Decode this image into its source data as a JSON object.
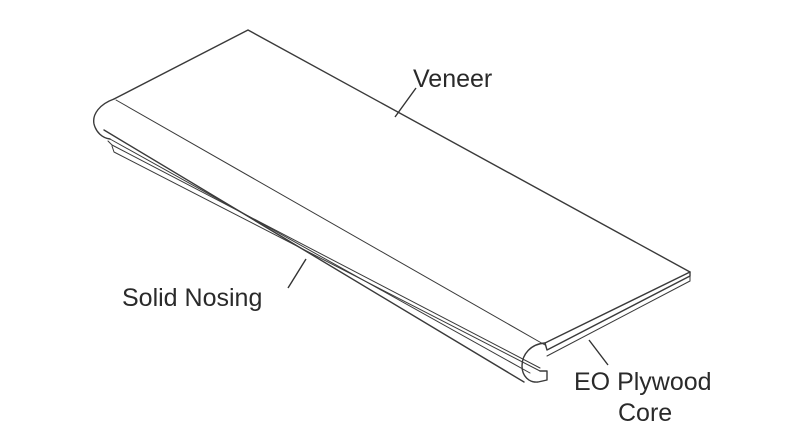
{
  "labels": {
    "veneer": "Veneer",
    "solid_nosing": "Solid Nosing",
    "core_line1": "EO Plywood",
    "core_line2": "Core"
  },
  "colors": {
    "line": "#3a3a3a",
    "text": "#2a2a2a",
    "background": "#ffffff"
  }
}
